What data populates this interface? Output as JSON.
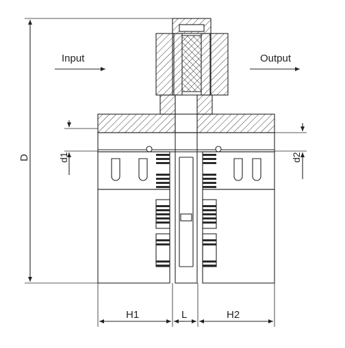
{
  "labels": {
    "input": "Input",
    "output": "Output",
    "D": "D",
    "d1": "d1",
    "d2": "d2",
    "H1": "H1",
    "L": "L",
    "H2": "H2"
  },
  "colors": {
    "line": "#222222",
    "background": "#ffffff"
  }
}
